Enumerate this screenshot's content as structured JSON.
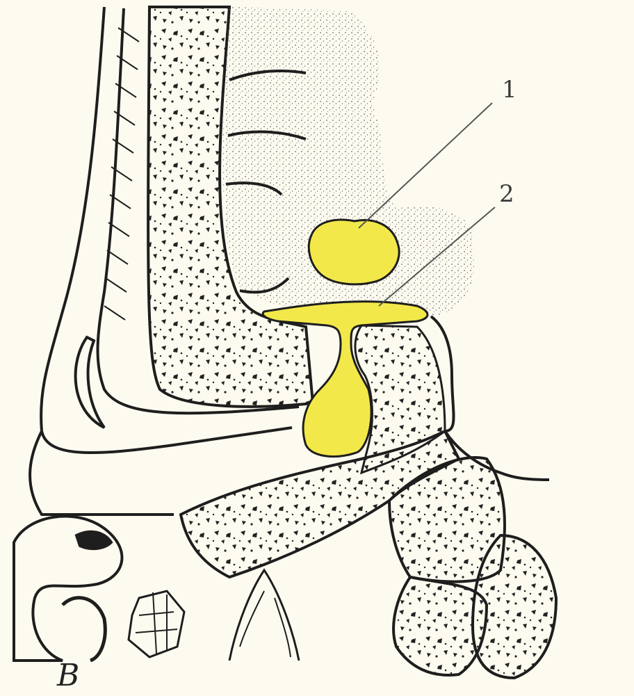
{
  "diagram": {
    "labels": [
      {
        "id": "1",
        "text": "1"
      },
      {
        "id": "2",
        "text": "2"
      }
    ],
    "caption": "В",
    "colors": {
      "background": "#fdfbf0",
      "outline": "#1e1e1e",
      "highlight": "#f2e84a",
      "stipple": "#6b6b6b",
      "marrow": "#222222"
    }
  }
}
